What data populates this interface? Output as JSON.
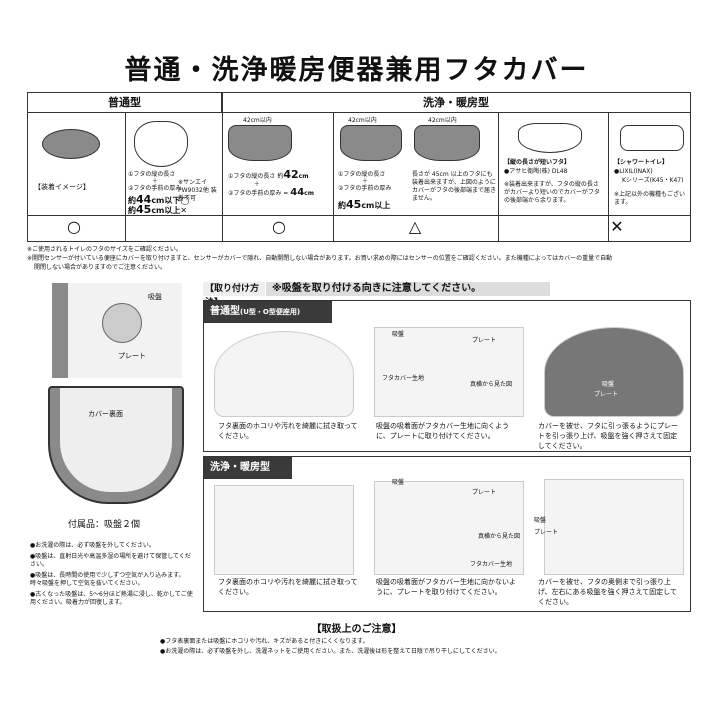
{
  "title": "普通・洗浄暖房便器兼用フタカバー",
  "table": {
    "col1_header": "普通型",
    "col2_header": "洗浄・暖房型",
    "mount_image_label": "【装着イメージ】",
    "normal": {
      "label_a": "①フタの縦の長さ",
      "label_b": "②フタの手前の厚み",
      "line1_prefix": "約",
      "line1_value": "44",
      "line1_suffix": "cm以下◯",
      "line2_prefix": "約",
      "line2_value": "45",
      "line2_suffix": "cm以上✕",
      "note": "※サンエイ PW9032他 装着不可",
      "mark": "○"
    },
    "warm1": {
      "dim": "42cm以内",
      "label_a": "①フタの縦の長さ",
      "approx": "約",
      "value_a": "42",
      "unit_a": "cm",
      "label_b": "②フタの手前の厚み",
      "sum": "44",
      "sum_unit": "cm",
      "mark": "○"
    },
    "warm2": {
      "dim1": "42cm以内",
      "dim2": "42cm以内",
      "label_a": "①フタの縦の長さ",
      "label_b": "②フタの手前の厚み",
      "approx": "約",
      "value": "45",
      "suffix": "cm以上",
      "note": "長さが 45cm 以上のフタにも装着出来ますが、上図のようにカバーがフタの後部端まで届きません。",
      "mark": "△"
    },
    "warm3": {
      "title": "【縦の長さが短いフタ】",
      "brand": "●アサヒ衛陶(株) DL48",
      "note": "※装着出来ますが、フタの縦の長さがカバーより短いのでカバーがフタの後部端から余ります。"
    },
    "warm4": {
      "title": "【シャワートイレ】",
      "brand": "●LIXIL(INAX)",
      "series": "Kシリーズ(K45・K47)",
      "note": "※上記以外の機種もございます。",
      "mark": "✕"
    }
  },
  "notes": [
    "※ご使用されるトイレのフタのサイズをご確認ください。",
    "※開閉センサーが付いている便座にカバーを取り付けますと、センサーがカバーで隠れ、自動開閉しない場合があります。お買い求めの際にはセンサーの位置をご確認ください。また機種によってはカバーの重量で自動",
    "開閉しない場合がありますのでご注意ください。"
  ],
  "left": {
    "suction_label": "吸盤",
    "plate_label": "プレート",
    "back_label": "カバー裏面",
    "accessory": "付属品：吸盤２個",
    "bullets": [
      "●お洗濯の際は、必ず吸盤を外してください。",
      "●吸盤は、直射日光や高温多湿の場所を避けて保管してください。",
      "●吸盤は、長時間の使用で少しずつ空気が入り込みます。時々吸盤を押して空気を抜いてください。",
      "●古くなった吸盤は、5～6分ほど熱湯に浸し、乾かしてご使用ください。吸着力が回復します。"
    ]
  },
  "install": {
    "header": "【取り付け方法】",
    "warning": "※吸盤を取り付ける向きに注意してください。",
    "normal_title": "普通型",
    "normal_sub": "(U型・O型便座用)",
    "warm_title": "洗浄・暖房型",
    "labels": {
      "plate": "プレート",
      "suction": "吸盤",
      "cover_fabric": "フタカバー生地",
      "from_side": "真横から見た図"
    },
    "normal_steps": [
      "フタ裏面のホコリや汚れを綺麗に拭き取ってください。",
      "吸盤の吸着面がフタカバー生地に向くように、プレートに取り付けてください。",
      "カバーを被せ、フタに引っ張るようにプレートを引っ張り上げ、吸盤を強く押さえて固定してください。"
    ],
    "warm_steps": [
      "フタ裏面のホコリや汚れを綺麗に拭き取ってください。",
      "吸盤の吸着面がフタカバー生地に向かないように、プレートを取り付けてください。",
      "カバーを被せ、フタの奥側まで引っ張り上げ、左右にある吸盤を強く押さえて固定してください。"
    ]
  },
  "handling": {
    "title": "【取扱上のご注意】",
    "items": [
      "●フタ表裏面または吸盤にホコリや汚れ、キズがあると付きにくくなります。",
      "●お洗濯の際は、必ず吸盤を外し、洗濯ネットをご使用ください。また、洗濯後は形を整えて日陰で吊り干しにしてください。"
    ]
  }
}
